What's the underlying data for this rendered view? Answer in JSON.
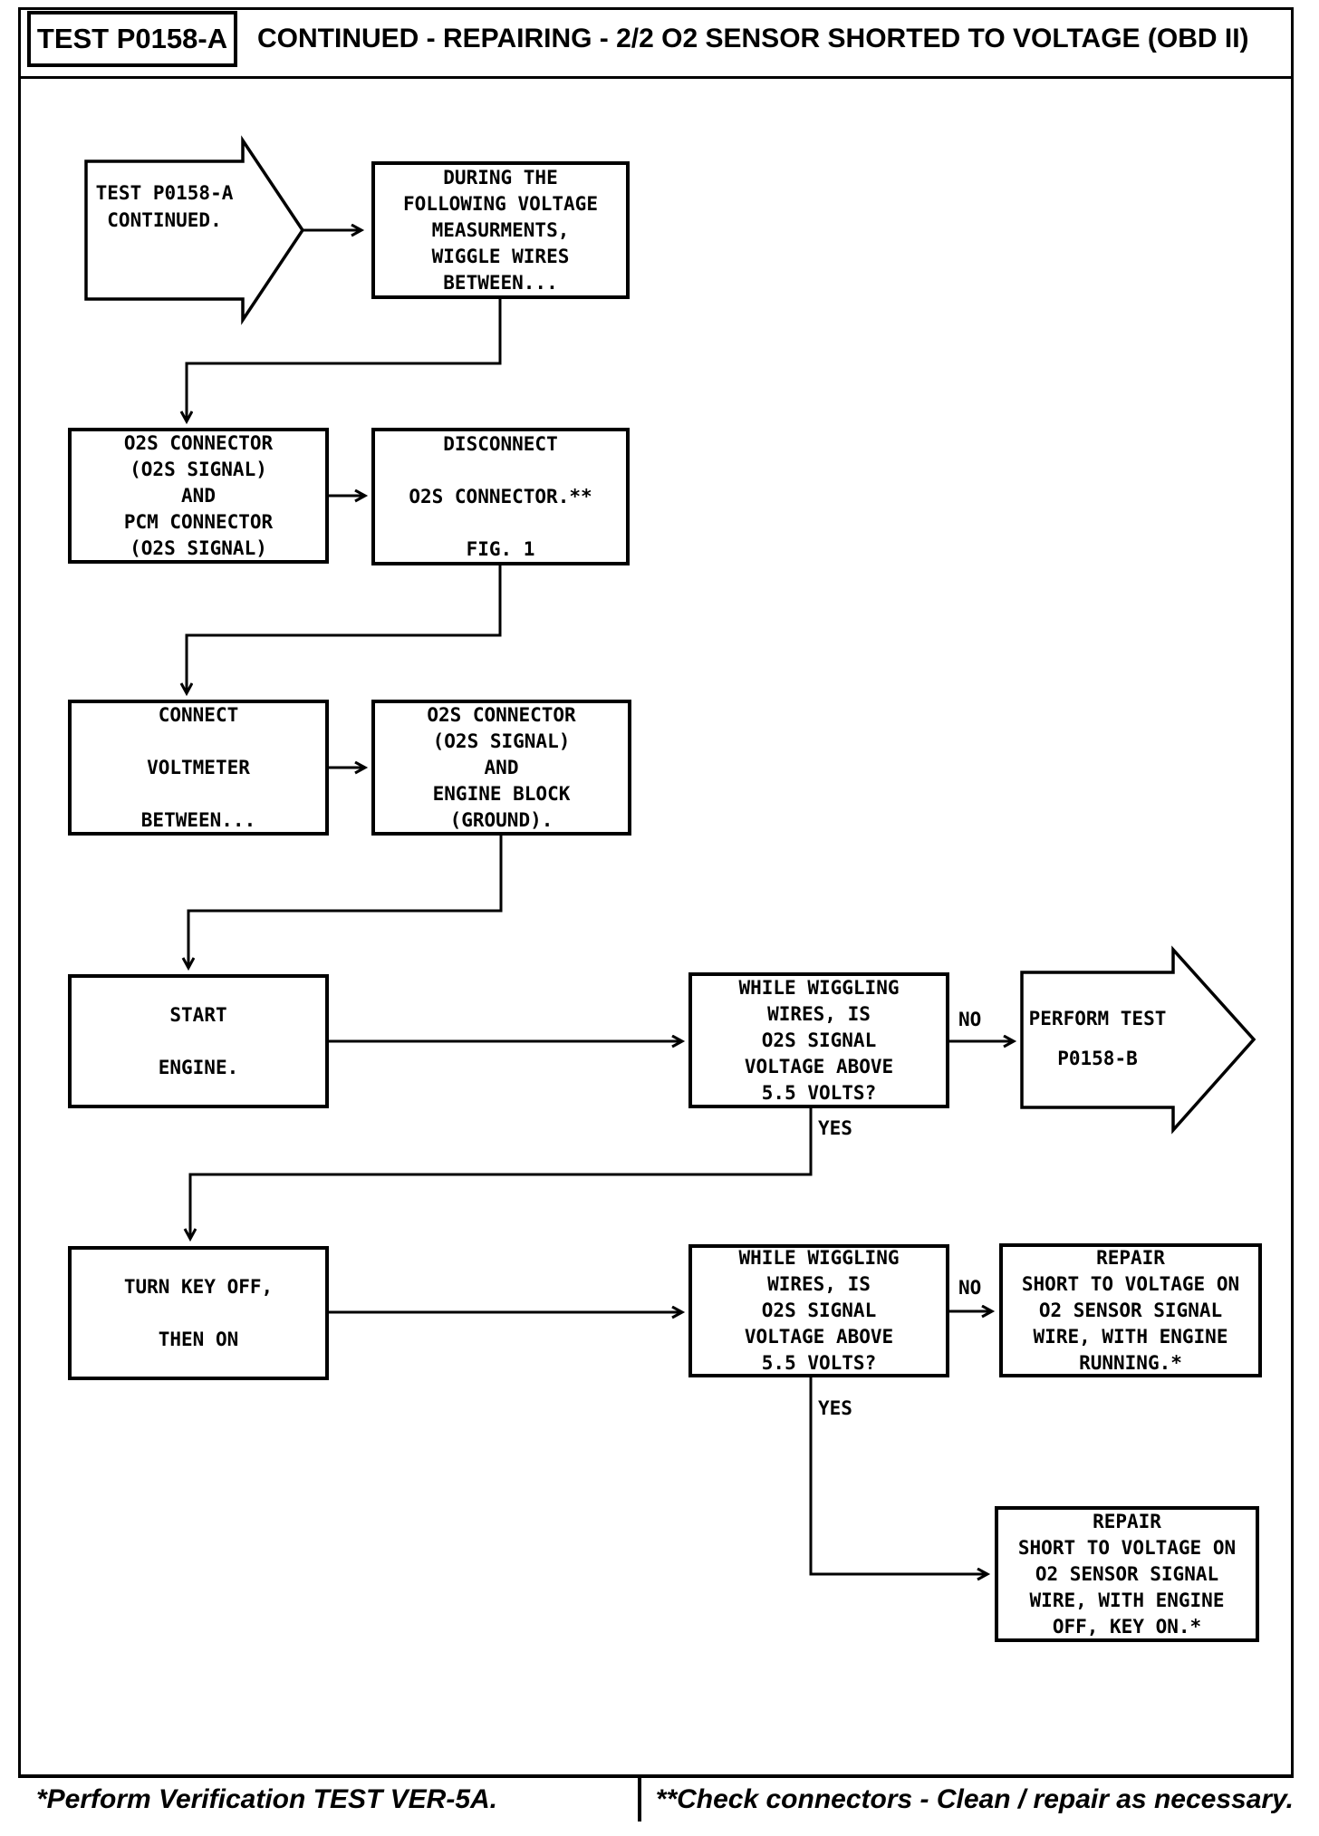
{
  "header": {
    "test_label": "TEST P0158-A",
    "title": "CONTINUED - REPAIRING - 2/2 O2 SENSOR SHORTED TO VOLTAGE (OBD II)"
  },
  "flowchart": {
    "nodes": {
      "continued_entry": {
        "type": "pentagon",
        "lines": [
          "TEST P0158-A",
          "CONTINUED."
        ]
      },
      "during": {
        "type": "process",
        "lines": [
          "DURING THE",
          "FOLLOWING VOLTAGE",
          "MEASURMENTS,",
          "WIGGLE WIRES",
          "BETWEEN..."
        ]
      },
      "o2s_pcm": {
        "type": "process",
        "lines": [
          "O2S CONNECTOR",
          "(O2S SIGNAL)",
          "AND",
          "PCM CONNECTOR",
          "(O2S SIGNAL)"
        ]
      },
      "disconnect": {
        "type": "process",
        "lines": [
          "DISCONNECT",
          "",
          "O2S CONNECTOR.**",
          "",
          "FIG. 1"
        ]
      },
      "connect_voltmeter": {
        "type": "process",
        "lines": [
          "CONNECT",
          "",
          "VOLTMETER",
          "",
          "BETWEEN..."
        ]
      },
      "o2s_engine_block": {
        "type": "process",
        "lines": [
          "O2S CONNECTOR",
          "(O2S SIGNAL)",
          "AND",
          "ENGINE BLOCK",
          "(GROUND)."
        ]
      },
      "start_engine": {
        "type": "process",
        "lines": [
          "START",
          "",
          "ENGINE."
        ]
      },
      "decision_wiggle_1": {
        "type": "decision",
        "lines": [
          "WHILE WIGGLING",
          "WIRES, IS",
          "O2S SIGNAL",
          "VOLTAGE ABOVE",
          "5.5 VOLTS?"
        ]
      },
      "perform_test": {
        "type": "pentagon",
        "lines": [
          "PERFORM TEST",
          "P0158-B"
        ]
      },
      "turn_key": {
        "type": "process",
        "lines": [
          "TURN KEY OFF,",
          "",
          "THEN ON"
        ]
      },
      "decision_wiggle_2": {
        "type": "decision",
        "lines": [
          "WHILE WIGGLING",
          "WIRES, IS",
          "O2S SIGNAL",
          "VOLTAGE ABOVE",
          "5.5 VOLTS?"
        ]
      },
      "repair_engine_running": {
        "type": "process",
        "lines": [
          "REPAIR",
          "SHORT TO VOLTAGE ON",
          "O2 SENSOR SIGNAL",
          "WIRE, WITH ENGINE",
          "RUNNING.*"
        ]
      },
      "repair_key_on": {
        "type": "process",
        "lines": [
          "REPAIR",
          "SHORT TO VOLTAGE ON",
          "O2 SENSOR SIGNAL",
          "WIRE, WITH ENGINE",
          "OFF, KEY ON.*"
        ]
      }
    },
    "labels": {
      "no1": "NO",
      "yes1": "YES",
      "no2": "NO",
      "yes2": "YES"
    }
  },
  "footer": {
    "left_note": "*Perform Verification TEST VER-5A.",
    "right_note": "**Check connectors - Clean / repair as necessary."
  }
}
